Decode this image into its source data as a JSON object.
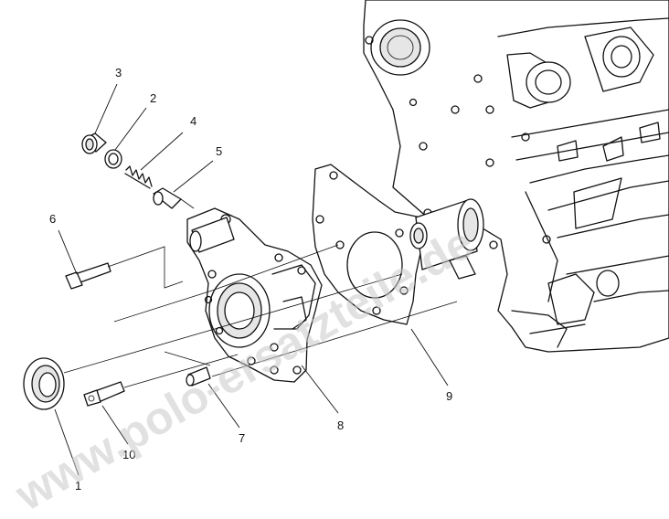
{
  "callouts": {
    "c1": "1",
    "c2": "2",
    "c3": "3",
    "c4": "4",
    "c5": "5",
    "c6": "6",
    "c7": "7",
    "c8": "8",
    "c9": "9",
    "c10": "10"
  },
  "watermark": "www.polo-ersatzteile.de"
}
